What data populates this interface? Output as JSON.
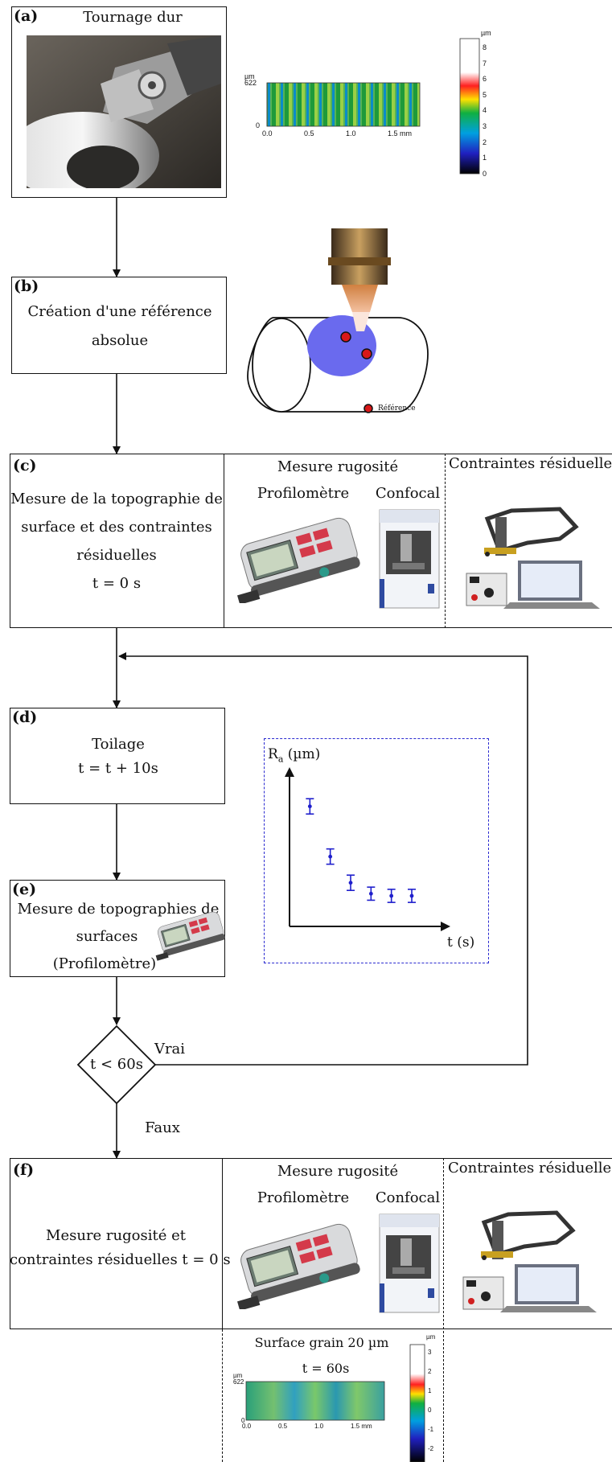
{
  "step_a": {
    "label": "(a)",
    "title": "Tournage dur"
  },
  "topo1": {
    "unit": "µm",
    "y_top": "622",
    "y_bottom": "0",
    "x_ticks": [
      "0.0",
      "0.5",
      "1.0",
      "1.5 mm"
    ],
    "scale_unit": "µm",
    "scale_ticks": [
      "8",
      "7",
      "6",
      "5",
      "4",
      "3",
      "2",
      "1",
      "0"
    ]
  },
  "step_b": {
    "label": "(b)",
    "line1": "Création d'une référence",
    "line2": "absolue",
    "ref_legend": "Référence"
  },
  "step_c": {
    "label": "(c)",
    "line1": "Mesure de la topographie de",
    "line2": "surface et des contraintes",
    "line3": "résiduelles",
    "line4": "t = 0 s",
    "rough_title": "Mesure rugosité",
    "profilo": "Profilomètre",
    "confocal": "Confocal",
    "residual": "Contraintes résiduelles"
  },
  "step_d": {
    "label": "(d)",
    "line1": "Toilage",
    "line2": "t = t + 10s"
  },
  "step_e": {
    "label": "(e)",
    "line1": "Mesure de topographies de",
    "line2": "surfaces",
    "line3": "(Profilomètre)"
  },
  "decision": {
    "text": "t < 60s",
    "true_label": "Vrai",
    "false_label": "Faux"
  },
  "step_f": {
    "label": "(f)",
    "line1": "Mesure rugosité et",
    "line2": "contraintes résiduelles t = 0 s",
    "rough_title": "Mesure rugosité",
    "profilo": "Profilomètre",
    "confocal": "Confocal",
    "residual": "Contraintes résiduelles"
  },
  "topo2": {
    "title": "Surface grain 20 µm",
    "time": "t = 60s",
    "unit": "µm",
    "y_top": "622",
    "y_bottom": "0",
    "x_ticks": [
      "0.0",
      "0.5",
      "1.0",
      "1.5 mm"
    ],
    "scale_unit": "µm",
    "scale_ticks": [
      "3",
      "2",
      "1",
      "0",
      "-1",
      "-2"
    ]
  },
  "chart_data": {
    "type": "scatter",
    "ylabel_main": "R",
    "ylabel_sub": "a",
    "ylabel_unit": " (µm)",
    "xlabel": "t (s)",
    "x": [
      10,
      20,
      30,
      40,
      50,
      60
    ],
    "values": [
      0.85,
      0.62,
      0.5,
      0.45,
      0.44,
      0.44
    ],
    "err": [
      0.035,
      0.035,
      0.035,
      0.03,
      0.03,
      0.03
    ],
    "xlim": [
      0,
      75
    ],
    "ylim": [
      0.3,
      1.0
    ],
    "color": "#1f1fcc"
  }
}
